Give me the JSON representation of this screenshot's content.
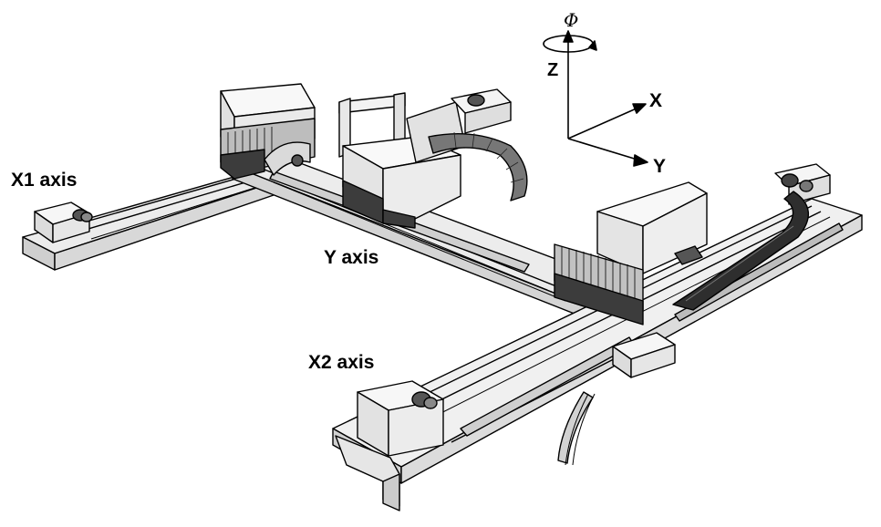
{
  "labels": {
    "x1_axis": "X1 axis",
    "y_axis": "Y axis",
    "x2_axis": "X2 axis",
    "coord_x": "X",
    "coord_y": "Y",
    "coord_z": "Z",
    "coord_phi": "Φ"
  },
  "colors": {
    "line": "#000000",
    "body": "#f2f2f2",
    "shade": "#bdbdbd",
    "dark": "#3c3c3c",
    "background": "#ffffff"
  }
}
